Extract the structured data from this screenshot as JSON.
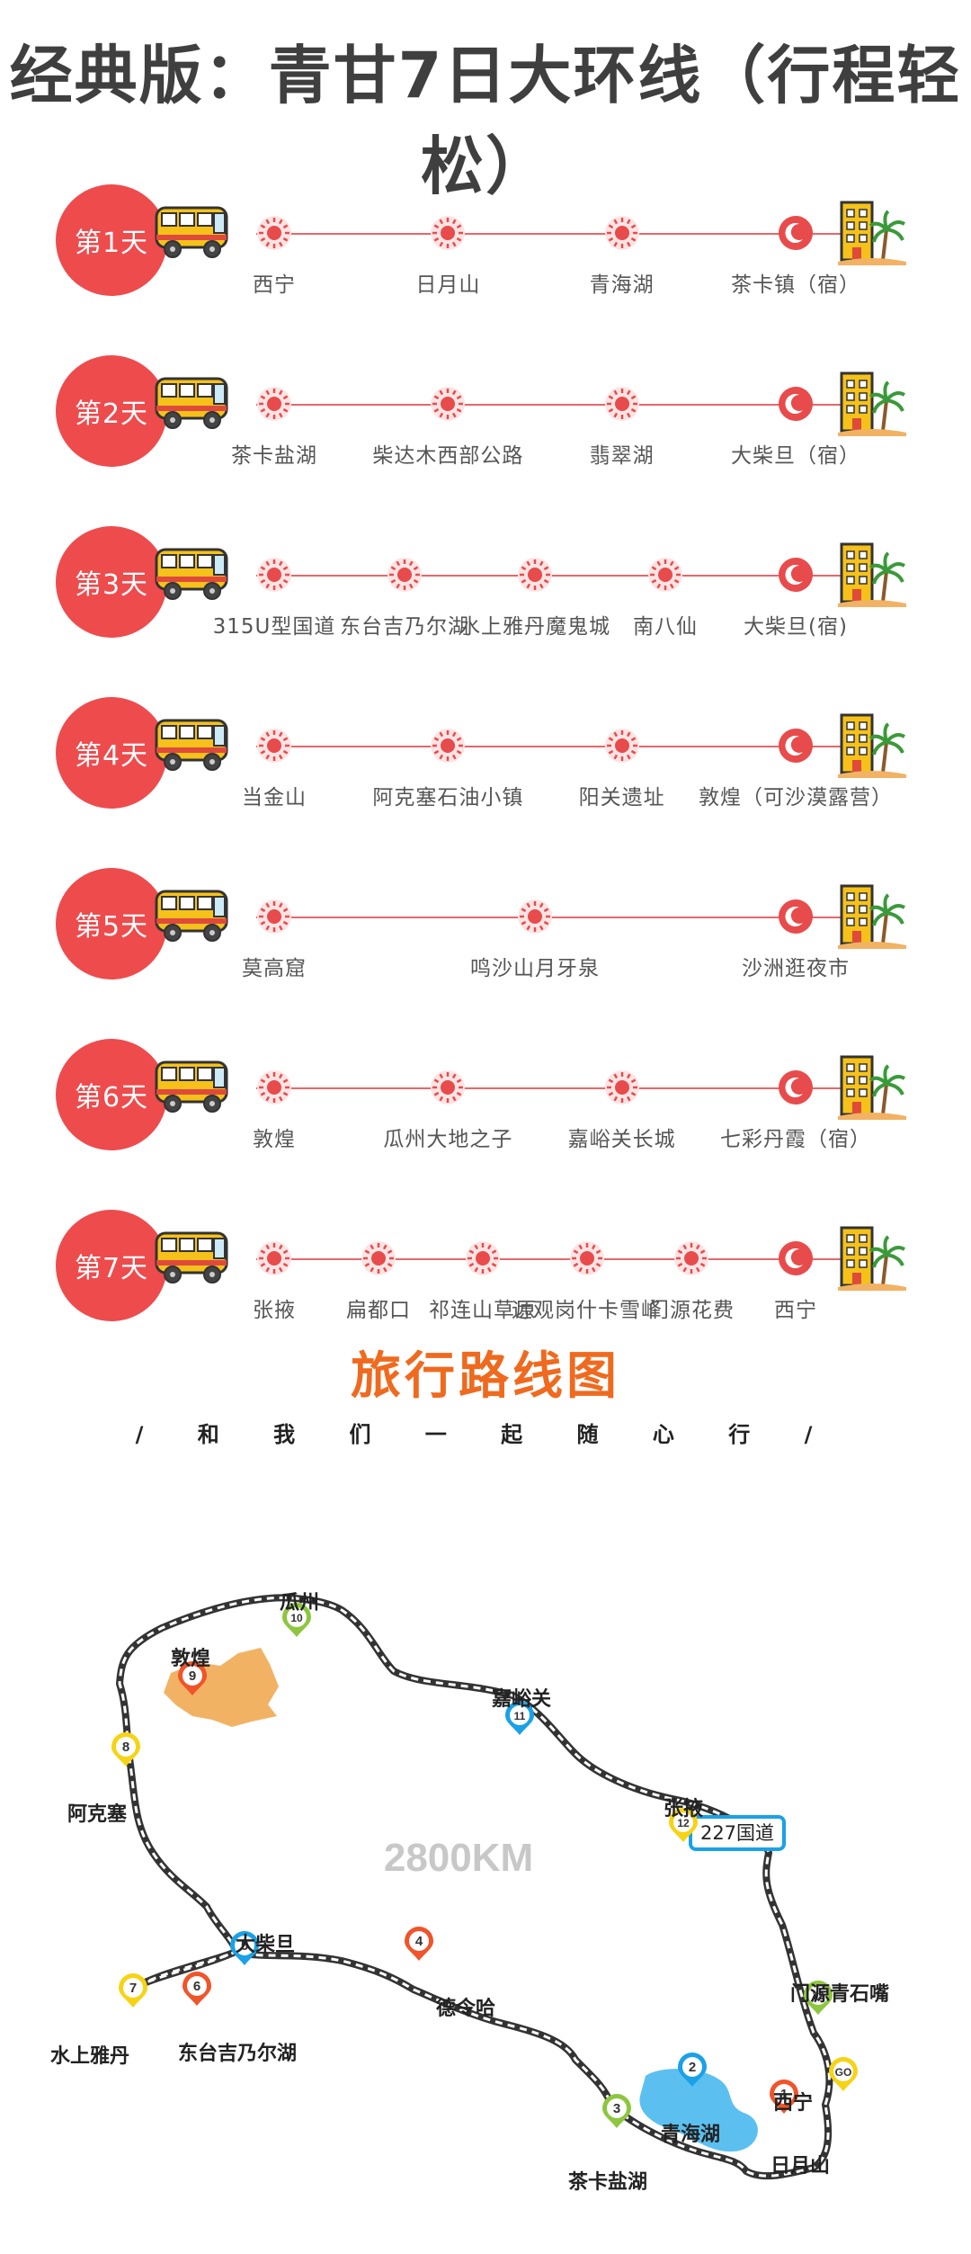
{
  "title": "经典版：青甘7日大环线（行程轻松）",
  "colors": {
    "badge": "#ee4b4d",
    "line": "#e8666a",
    "route": "#333333",
    "lake": "#5bc0f0"
  },
  "itinerary": [
    {
      "day": "第1天",
      "stops": [
        "西宁",
        "日月山",
        "青海湖",
        "茶卡镇（宿）"
      ]
    },
    {
      "day": "第2天",
      "stops": [
        "茶卡盐湖",
        "柴达木西部公路",
        "翡翠湖",
        "大柴旦（宿）"
      ]
    },
    {
      "day": "第3天",
      "stops": [
        "315U型国道",
        "东台吉乃尔湖",
        "水上雅丹魔鬼城",
        "南八仙",
        "大柴旦(宿)"
      ]
    },
    {
      "day": "第4天",
      "stops": [
        "当金山",
        "阿克塞石油小镇",
        "阳关遗址",
        "敦煌（可沙漠露营）"
      ]
    },
    {
      "day": "第5天",
      "stops": [
        "莫高窟",
        "鸣沙山月牙泉",
        "沙洲逛夜市"
      ]
    },
    {
      "day": "第6天",
      "stops": [
        "敦煌",
        "瓜州大地之子",
        "嘉峪关长城",
        "七彩丹霞（宿）"
      ]
    },
    {
      "day": "第7天",
      "stops": [
        "张掖",
        "扁都口",
        "祁连山草原",
        "远观岗什卡雪峰",
        "门源花费",
        "西宁"
      ]
    }
  ],
  "map": {
    "heading": "旅行路线图",
    "subtitle": "/ 和 我 们 一 起   随 心 行 /",
    "distance": "2800KM",
    "road_label": "227国道",
    "markers": [
      {
        "num": "1",
        "label": "日月山",
        "color": "#f0542a"
      },
      {
        "num": "2",
        "label": "青海湖",
        "color": "#1aa1e6"
      },
      {
        "num": "3",
        "label": "茶卡盐湖",
        "color": "#8dc63f"
      },
      {
        "num": "4",
        "label": "德令哈",
        "color": "#f0542a"
      },
      {
        "num": "5",
        "label": "大柴旦",
        "color": "#1aa1e6"
      },
      {
        "num": "6",
        "label": "东台吉乃尔湖",
        "color": "#f0542a"
      },
      {
        "num": "7",
        "label": "水上雅丹",
        "color": "#f6d315"
      },
      {
        "num": "8",
        "label": "阿克塞",
        "color": "#f6d315"
      },
      {
        "num": "9",
        "label": "敦煌",
        "color": "#f0542a"
      },
      {
        "num": "10",
        "label": "瓜州",
        "color": "#8dc63f"
      },
      {
        "num": "11",
        "label": "嘉峪关",
        "color": "#1aa1e6"
      },
      {
        "num": "12",
        "label": "张掖",
        "color": "#f6d315"
      },
      {
        "num": "13",
        "label": "门源青石嘴",
        "color": "#8dc63f"
      },
      {
        "num": "GO",
        "label": "西宁",
        "color": "#f6d315"
      }
    ]
  }
}
